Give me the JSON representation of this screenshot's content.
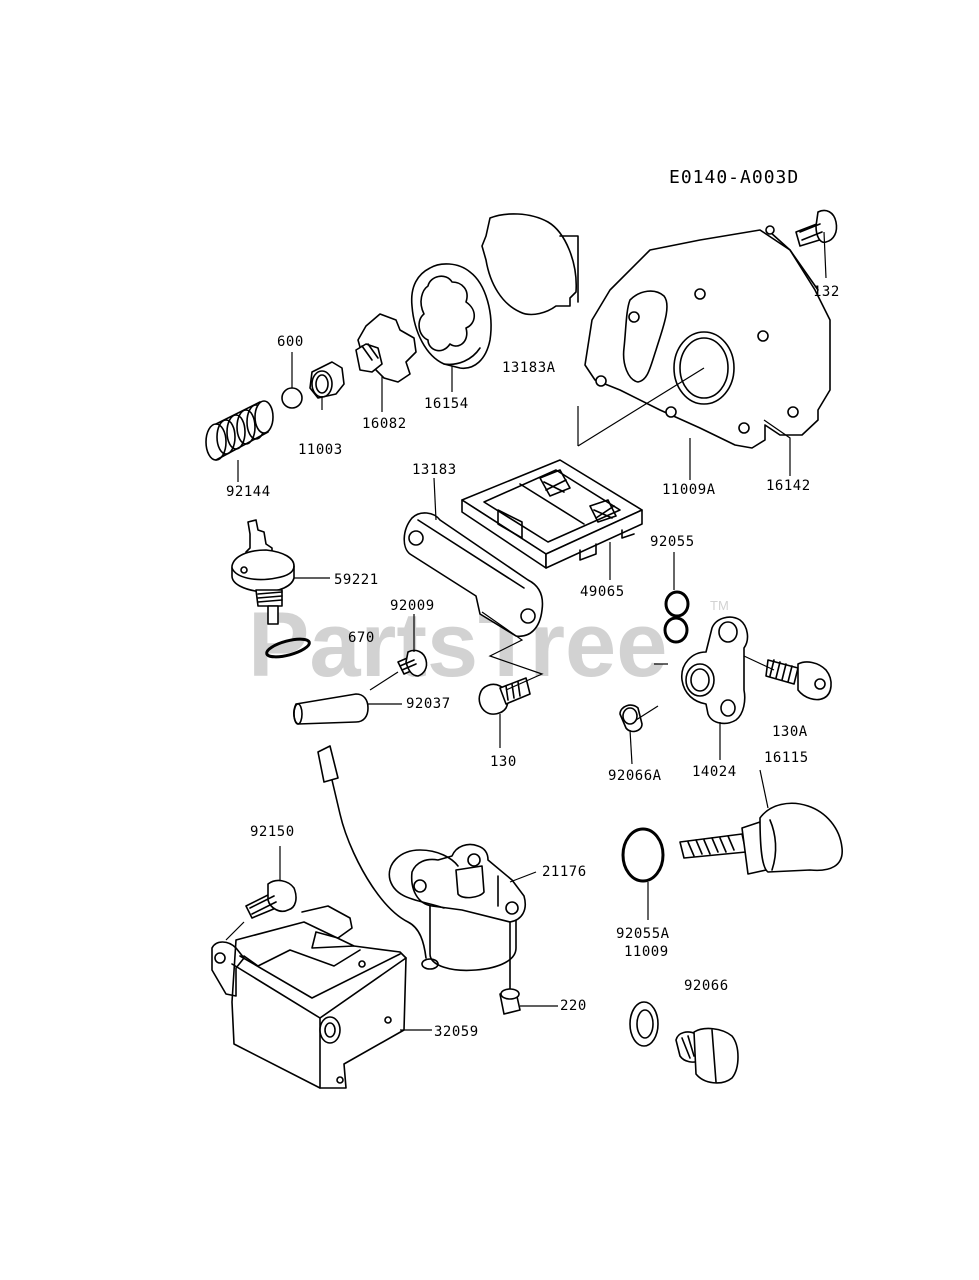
{
  "diagram_code": "E0140-A003D",
  "watermark": {
    "text": "PartsTree",
    "trademark": "TM"
  },
  "part_labels": {
    "p132": "132",
    "p600": "600",
    "p13183A": "13183A",
    "p11003": "11003",
    "p16082": "16082",
    "p16154": "16154",
    "p92144": "92144",
    "p11009A": "11009A",
    "p16142": "16142",
    "p13183": "13183",
    "p92055": "92055",
    "p59221": "59221",
    "p49065": "49065",
    "p92009": "92009",
    "p670": "670",
    "p92037": "92037",
    "p130": "130",
    "p92066A": "92066A",
    "p14024": "14024",
    "p130A": "130A",
    "p16115": "16115",
    "p92150": "92150",
    "p21176": "21176",
    "p92055A": "92055A",
    "p11009": "11009",
    "p92066": "92066",
    "p220": "220",
    "p32059": "32059"
  }
}
